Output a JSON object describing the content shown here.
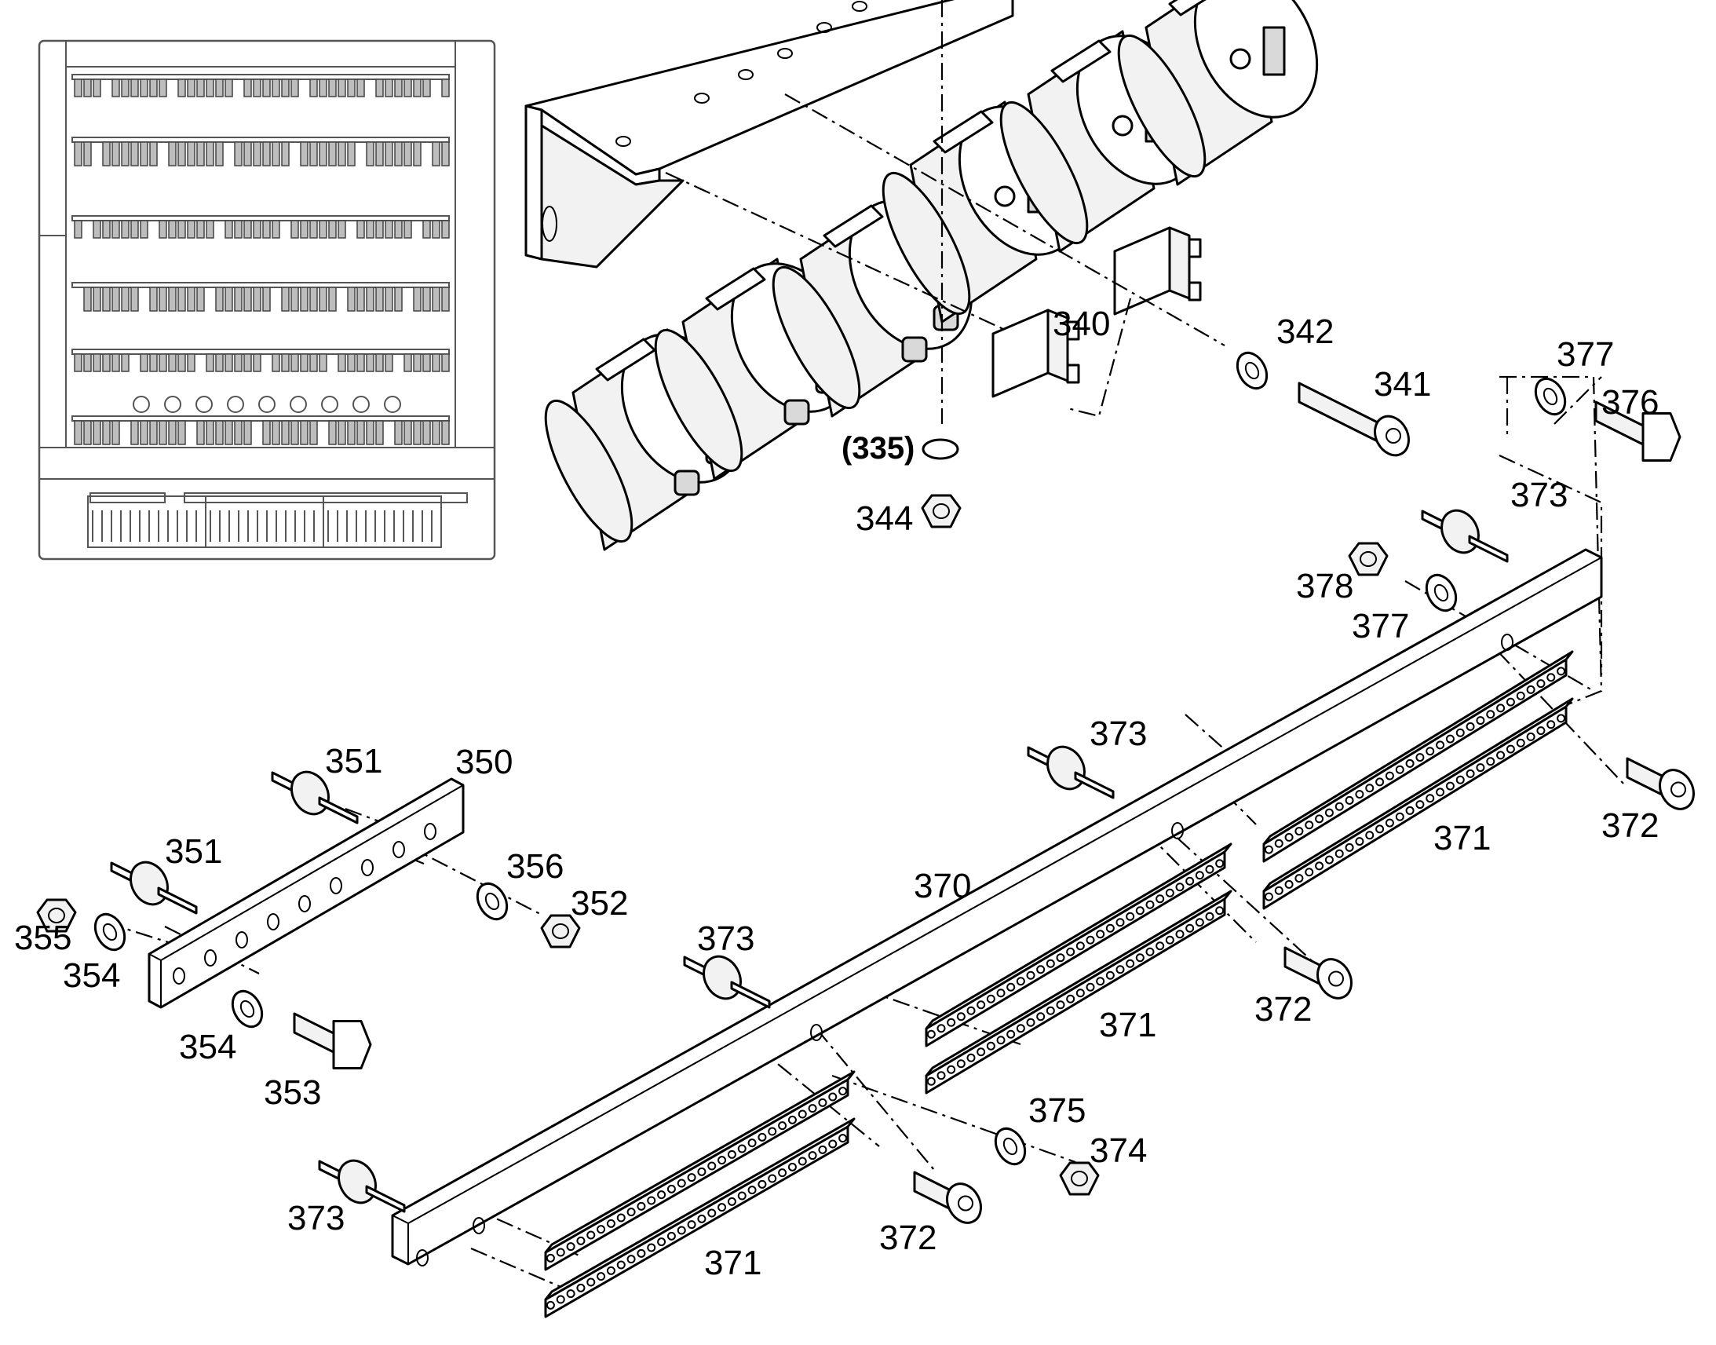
{
  "callouts": [
    {
      "id": "340",
      "text": "340",
      "bold": false
    },
    {
      "id": "342",
      "text": "342",
      "bold": false
    },
    {
      "id": "341",
      "text": "341",
      "bold": false
    },
    {
      "id": "335",
      "text": "(335)",
      "bold": true
    },
    {
      "id": "344",
      "text": "344",
      "bold": false
    },
    {
      "id": "377a",
      "text": "377",
      "bold": false
    },
    {
      "id": "376",
      "text": "376",
      "bold": false
    },
    {
      "id": "373a",
      "text": "373",
      "bold": false
    },
    {
      "id": "378",
      "text": "378",
      "bold": false
    },
    {
      "id": "377b",
      "text": "377",
      "bold": false
    },
    {
      "id": "373b",
      "text": "373",
      "bold": false
    },
    {
      "id": "372a",
      "text": "372",
      "bold": false
    },
    {
      "id": "371a",
      "text": "371",
      "bold": false
    },
    {
      "id": "351a",
      "text": "351",
      "bold": false
    },
    {
      "id": "350",
      "text": "350",
      "bold": false
    },
    {
      "id": "351b",
      "text": "351",
      "bold": false
    },
    {
      "id": "356",
      "text": "356",
      "bold": false
    },
    {
      "id": "370",
      "text": "370",
      "bold": false
    },
    {
      "id": "352",
      "text": "352",
      "bold": false
    },
    {
      "id": "355",
      "text": "355",
      "bold": false
    },
    {
      "id": "354a",
      "text": "354",
      "bold": false
    },
    {
      "id": "373c",
      "text": "373",
      "bold": false
    },
    {
      "id": "372b",
      "text": "372",
      "bold": false
    },
    {
      "id": "371b",
      "text": "371",
      "bold": false
    },
    {
      "id": "354b",
      "text": "354",
      "bold": false
    },
    {
      "id": "353",
      "text": "353",
      "bold": false
    },
    {
      "id": "375",
      "text": "375",
      "bold": false
    },
    {
      "id": "374",
      "text": "374",
      "bold": false
    },
    {
      "id": "373d",
      "text": "373",
      "bold": false
    },
    {
      "id": "372c",
      "text": "372",
      "bold": false
    },
    {
      "id": "371c",
      "text": "371",
      "bold": false
    }
  ]
}
